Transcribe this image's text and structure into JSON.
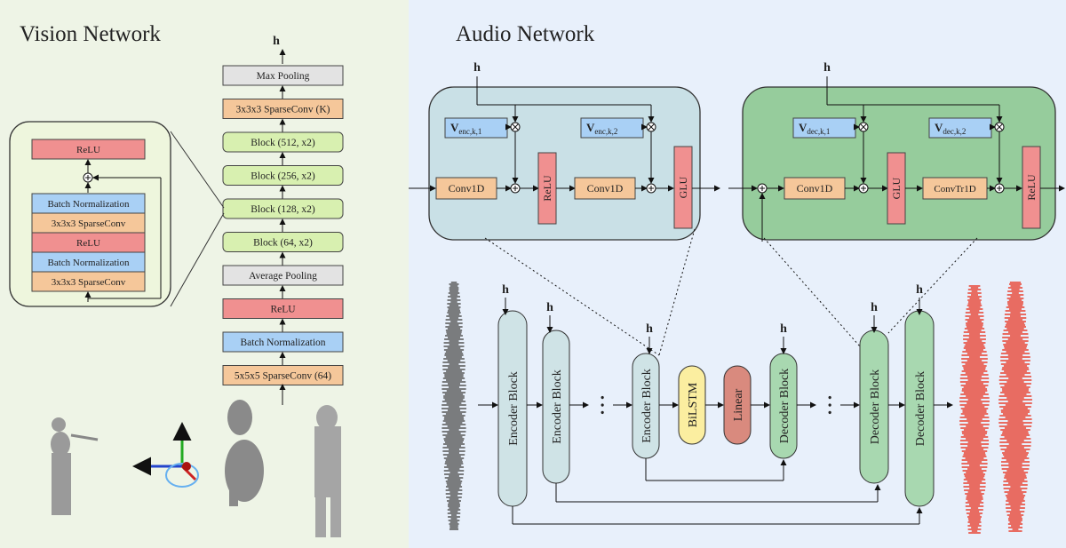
{
  "vision": {
    "title": "Vision Network",
    "stack": {
      "output": "h",
      "layers": [
        "Max Pooling",
        "3x3x3 SparseConv (K)",
        "Block (512, x2)",
        "Block (256, x2)",
        "Block (128, x2)",
        "Block (64, x2)",
        "Average Pooling",
        "ReLU",
        "Batch Normalization",
        "5x5x5 SparseConv (64)"
      ]
    },
    "block_detail": {
      "relu_top": "ReLU",
      "layers": [
        "Batch Normalization",
        "3x3x3 SparseConv",
        "ReLU",
        "Batch Normalization",
        "3x3x3 SparseConv"
      ]
    }
  },
  "audio": {
    "title": "Audio Network",
    "h": "h",
    "encoder_detail": {
      "conv1": "Conv1D",
      "relu": "ReLU",
      "conv2": "Conv1D",
      "glu": "GLU",
      "v1": "enc,k,1",
      "v2": "enc,k,2"
    },
    "decoder_detail": {
      "conv1": "Conv1D",
      "glu": "GLU",
      "conv2": "ConvTr1D",
      "relu": "ReLU",
      "v1": "dec,k,1",
      "v2": "dec,k,2"
    },
    "pipeline": {
      "encoder_block": "Encoder Block",
      "bilstm": "BiLSTM",
      "linear": "Linear",
      "decoder_block": "Decoder Block",
      "ellipsis": "• • •"
    }
  },
  "colors": {
    "vision_panel": "#eef4e6",
    "audio_panel": "#e8f0fb",
    "green_block": "#d8f0b0",
    "orange": "#f5c79a",
    "red": "#f09090",
    "blue": "#a9d0f5",
    "gray": "#e3e3e3",
    "enc_fill": "#cfe3e6",
    "dec_fill": "#a8d8b0",
    "enc_panel": "#c9e0e6",
    "dec_panel": "#96cc9c",
    "bilstm": "#fbeea0",
    "linear": "#d98a7e",
    "waveform_dark": "#555555",
    "waveform_red": "#e84030"
  }
}
